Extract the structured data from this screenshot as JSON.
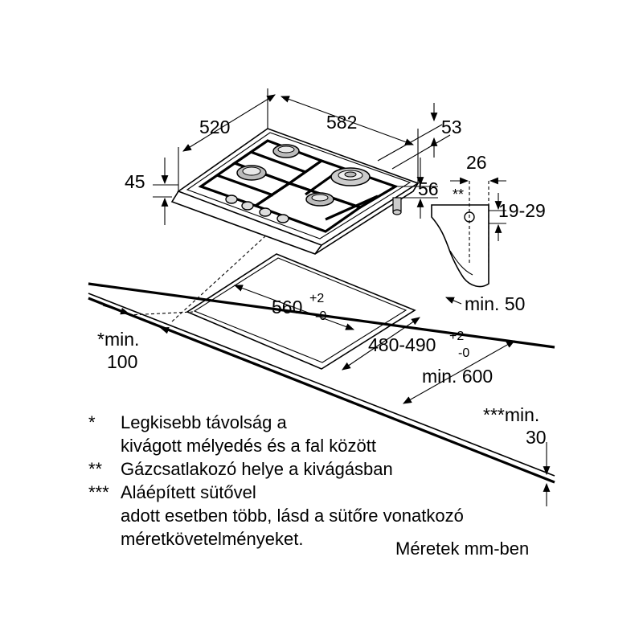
{
  "dimensions": {
    "hob_depth": "520",
    "hob_width": "582",
    "hob_height": "45",
    "back_offset": "53",
    "front_offset": "56",
    "connector_width": "26",
    "connector_height": "19-29",
    "connector_mark": "**",
    "cutout_width_base": "560",
    "cutout_width_tol_plus": "+2",
    "cutout_width_tol_minus": "-0",
    "cutout_depth_base": "480-490",
    "cutout_depth_tol_plus": "+2",
    "cutout_depth_tol_minus": "-0",
    "min_front": "min. 50",
    "min_depth": "min. 600",
    "min_wall_line1": "*min.",
    "min_wall_line2": "100",
    "min_oven_line1": "***min.",
    "min_oven_line2": "30"
  },
  "notes": [
    {
      "mark": "*",
      "lines": [
        "Legkisebb távolság a",
        "kivágott mélyedés és a fal között"
      ]
    },
    {
      "mark": "**",
      "lines": [
        "Gázcsatlakozó helye a kivágásban"
      ]
    },
    {
      "mark": "***",
      "lines": [
        "Aláépített sütővel",
        "adott esetben több, lásd a sütőre vonatkozó",
        "méretkövetelményeket."
      ]
    }
  ],
  "units_note": "Méretek mm-ben"
}
